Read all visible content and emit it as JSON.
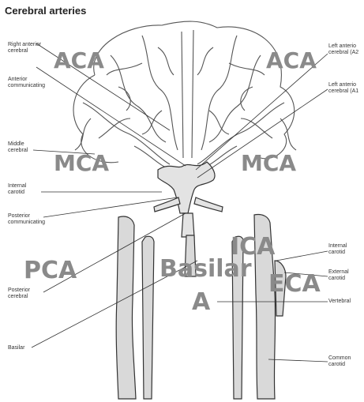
{
  "diagram": {
    "title": "Cerebral arteries",
    "left_labels": [
      "Right anterior\ncerebral",
      "Anterior\ncommunicating",
      "Middle\ncerebral",
      "Internal\ncarotid",
      "Posterior\ncommunicating",
      "Posterior\ncerebral",
      "Basilar"
    ],
    "right_labels": [
      "Left anterio\ncerebral (A2",
      "Left anterio\ncerebral (A1",
      "Internal\ncarotid",
      "External\ncarotid",
      "Vertebral",
      "Common\ncarotid"
    ],
    "overlay_labels": {
      "aca_right": "ACA",
      "aca_left": "ACA",
      "mca_right": "MCA",
      "mca_left": "MCA",
      "pca": "PCA",
      "basilar": "Basilar",
      "ica": "ICA",
      "eca": "ECA",
      "vertebral_a": "A"
    },
    "colors": {
      "vessel_fill": "#d9d9d9",
      "vessel_stroke": "#444444",
      "overlay_text": "#8a8a8a"
    }
  }
}
